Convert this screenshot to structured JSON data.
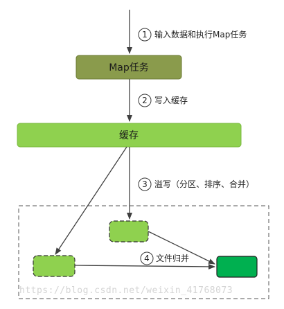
{
  "steps": [
    {
      "number": "1",
      "label": "输入数据和执行Map任务"
    },
    {
      "number": "2",
      "label": "写入缓存"
    },
    {
      "number": "3",
      "label": "溢写（分区、排序、合并）"
    },
    {
      "number": "4",
      "label": "文件归并"
    }
  ],
  "boxes": {
    "map_task": "Map任务",
    "cache": "缓存"
  },
  "watermark": "https://blog.csdn.net/weixin_41768073",
  "colors": {
    "map_task": "#8a9b4c",
    "cache": "#8fd14f",
    "spill_file": "#8fd14f",
    "merged_file": "#00b050",
    "arrow": "#404040",
    "dashed_border": "#555555"
  }
}
